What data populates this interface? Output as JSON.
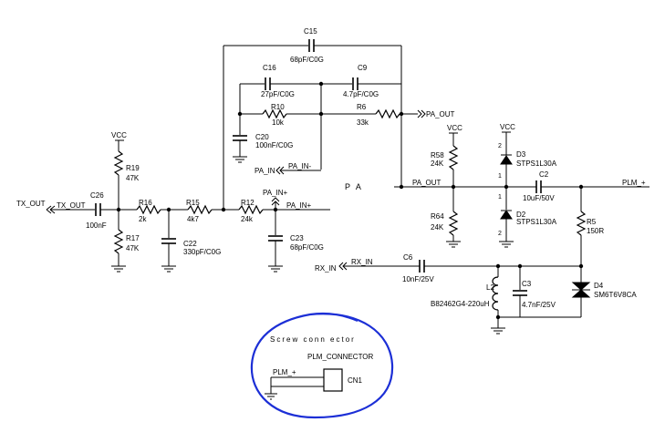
{
  "net_labels": {
    "tx_out_port": "TX_OUT",
    "tx_out_wire": "TX_OUT",
    "vcc_left": "VCC",
    "vcc_r58": "VCC",
    "vcc_d3": "VCC",
    "pa_out_port": "PA_OUT",
    "pa_out_wire": "PA_OUT",
    "pa_in_minus_port": "PA_IN",
    "pa_in_minus_wire": "PA_IN-",
    "pa_in_plus_top": "PA_IN+",
    "pa_in_plus_wire": "PA_IN+",
    "pa_title": "P A",
    "plm_plus": "PLM_+",
    "rx_in_port": "RX_IN",
    "rx_in_wire": "RX_IN"
  },
  "components": {
    "C26": {
      "ref": "C26",
      "value": "100nF"
    },
    "R16": {
      "ref": "R16",
      "value": "2k"
    },
    "R15": {
      "ref": "R15",
      "value": "4k7"
    },
    "R12": {
      "ref": "R12",
      "value": "24k"
    },
    "R19": {
      "ref": "R19",
      "value": "47K"
    },
    "R17": {
      "ref": "R17",
      "value": "47K"
    },
    "C22": {
      "ref": "C22",
      "value": "330pF/C0G"
    },
    "C23": {
      "ref": "C23",
      "value": "68pF/C0G"
    },
    "C15": {
      "ref": "C15",
      "value": "68pF/C0G"
    },
    "C16": {
      "ref": "C16",
      "value": "27pF/C0G"
    },
    "C9": {
      "ref": "C9",
      "value": "4.7pF/C0G"
    },
    "R10": {
      "ref": "R10",
      "value": "10k"
    },
    "R6": {
      "ref": "R6",
      "value": "33k"
    },
    "C20": {
      "ref": "C20",
      "value": "100nF/C0G"
    },
    "R58": {
      "ref": "R58",
      "value": "24K"
    },
    "R64": {
      "ref": "R64",
      "value": "24K"
    },
    "D3": {
      "ref": "D3",
      "value": "STPS1L30A"
    },
    "D2": {
      "ref": "D2",
      "value": "STPS1L30A"
    },
    "C2": {
      "ref": "C2",
      "value": "10uF/50V"
    },
    "R5": {
      "ref": "R5",
      "value": "150R"
    },
    "C6": {
      "ref": "C6",
      "value": "10nF/25V"
    },
    "L2": {
      "ref": "L2",
      "value": "B82462G4-220uH"
    },
    "C3": {
      "ref": "C3",
      "value": "4.7nF/25V"
    },
    "D4": {
      "ref": "D4",
      "value": "SM6T6V8CA"
    }
  },
  "pins": {
    "p1": "1",
    "p2": "2",
    "p3": "1",
    "p4": "2"
  },
  "connector": {
    "note": "Screw conn ector",
    "part": "PLM_CONNECTOR",
    "net": "PLM_+",
    "ref": "CN1"
  },
  "colors": {
    "ink": "#000000",
    "annotation": "#1c2fd6"
  }
}
